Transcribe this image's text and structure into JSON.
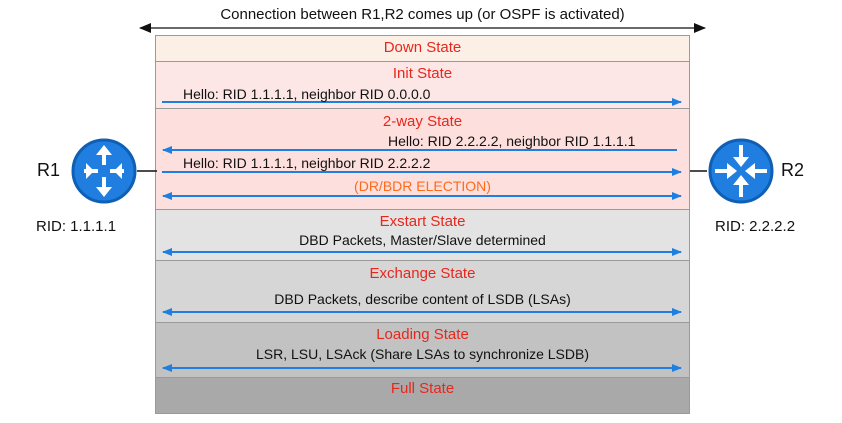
{
  "header": {
    "caption": "Connection between R1,R2 comes up (or OSPF is activated)"
  },
  "routers": {
    "r1": {
      "name": "R1",
      "rid": "RID: 1.1.1.1"
    },
    "r2": {
      "name": "R2",
      "rid": "RID: 2.2.2.2"
    }
  },
  "states": {
    "down": {
      "title": "Down State"
    },
    "init": {
      "title": "Init State",
      "messages": [
        "Hello: RID 1.1.1.1, neighbor RID 0.0.0.0"
      ]
    },
    "twoway": {
      "title": "2-way State",
      "messages": [
        "Hello: RID 2.2.2.2, neighbor RID 1.1.1.1",
        "Hello: RID 1.1.1.1, neighbor RID 2.2.2.2",
        "(DR/BDR ELECTION)"
      ]
    },
    "exstart": {
      "title": "Exstart State",
      "messages": [
        "DBD Packets, Master/Slave determined"
      ]
    },
    "exchange": {
      "title": "Exchange State",
      "messages": [
        "DBD Packets, describe content of LSDB (LSAs)"
      ]
    },
    "loading": {
      "title": "Loading State",
      "messages": [
        "LSR, LSU, LSAck (Share LSAs to synchronize LSDB)"
      ]
    },
    "full": {
      "title": "Full State"
    }
  },
  "colors": {
    "arrow": "#1e7fe0",
    "state_title": "#e8271c",
    "election_text": "#ff6a1a",
    "router_fill": "#1f7ee0",
    "down_band": "#fcefe6",
    "init_band": "#fde6e6",
    "twoway_band": "#fde0dd",
    "exstart_band": "#e3e3e3",
    "exchange_band": "#d6d6d6",
    "loading_band": "#c2c2c2",
    "full_band": "#a9a9a9"
  },
  "icons": {
    "router": "router-icon"
  }
}
